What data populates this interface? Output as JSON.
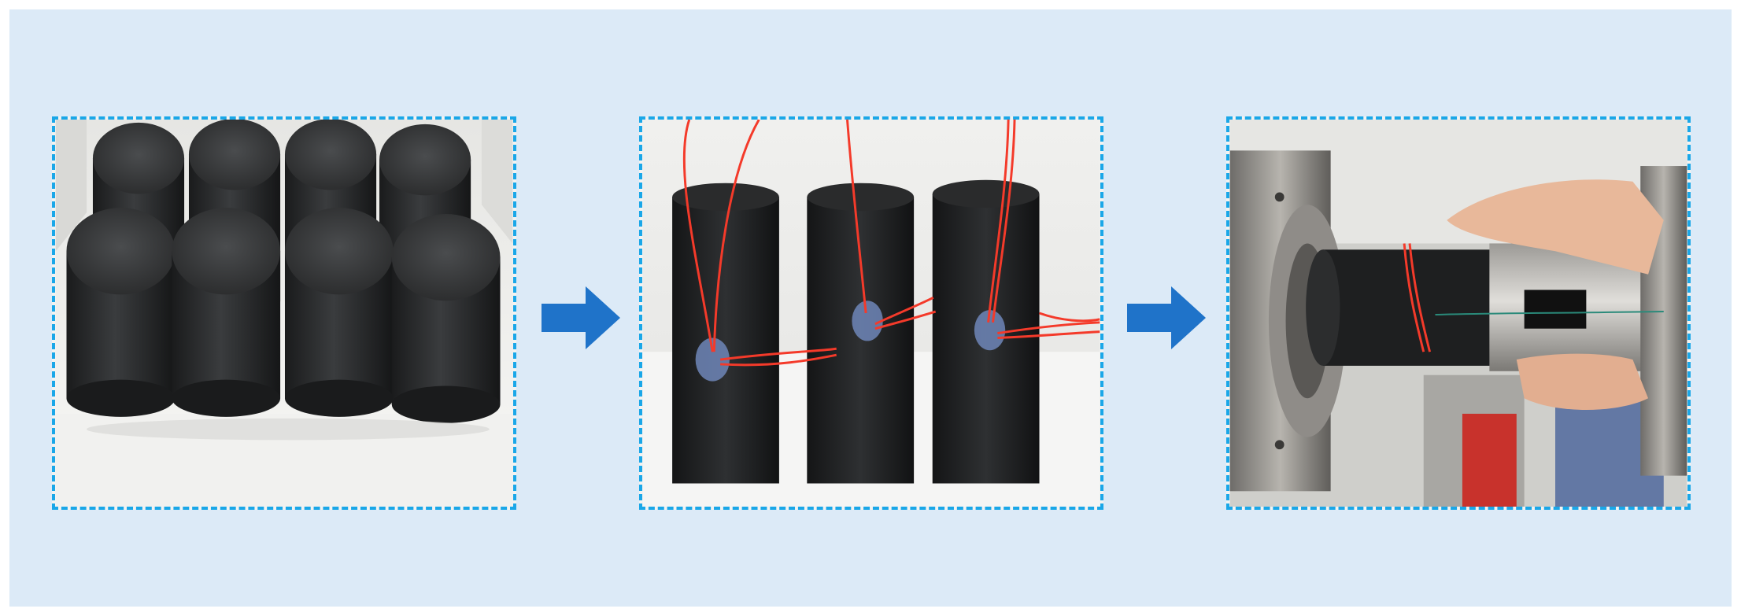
{
  "figure": {
    "panels": [
      {
        "id": "p1",
        "depicts": "eight-black-cylindrical-specimens"
      },
      {
        "id": "p2",
        "depicts": "three-cylinders-with-strain-gauges-and-wires"
      },
      {
        "id": "p3",
        "depicts": "specimen-mounted-in-test-fixture"
      }
    ],
    "arrows": [
      {
        "from": "p1",
        "to": "p2"
      },
      {
        "from": "p2",
        "to": "p3"
      }
    ]
  },
  "colors": {
    "background": "#dceaf7",
    "panel_border": "#1aa7e8",
    "arrow": "#1f73c9",
    "specimen": "#232526",
    "wire": "#f43a2a"
  }
}
